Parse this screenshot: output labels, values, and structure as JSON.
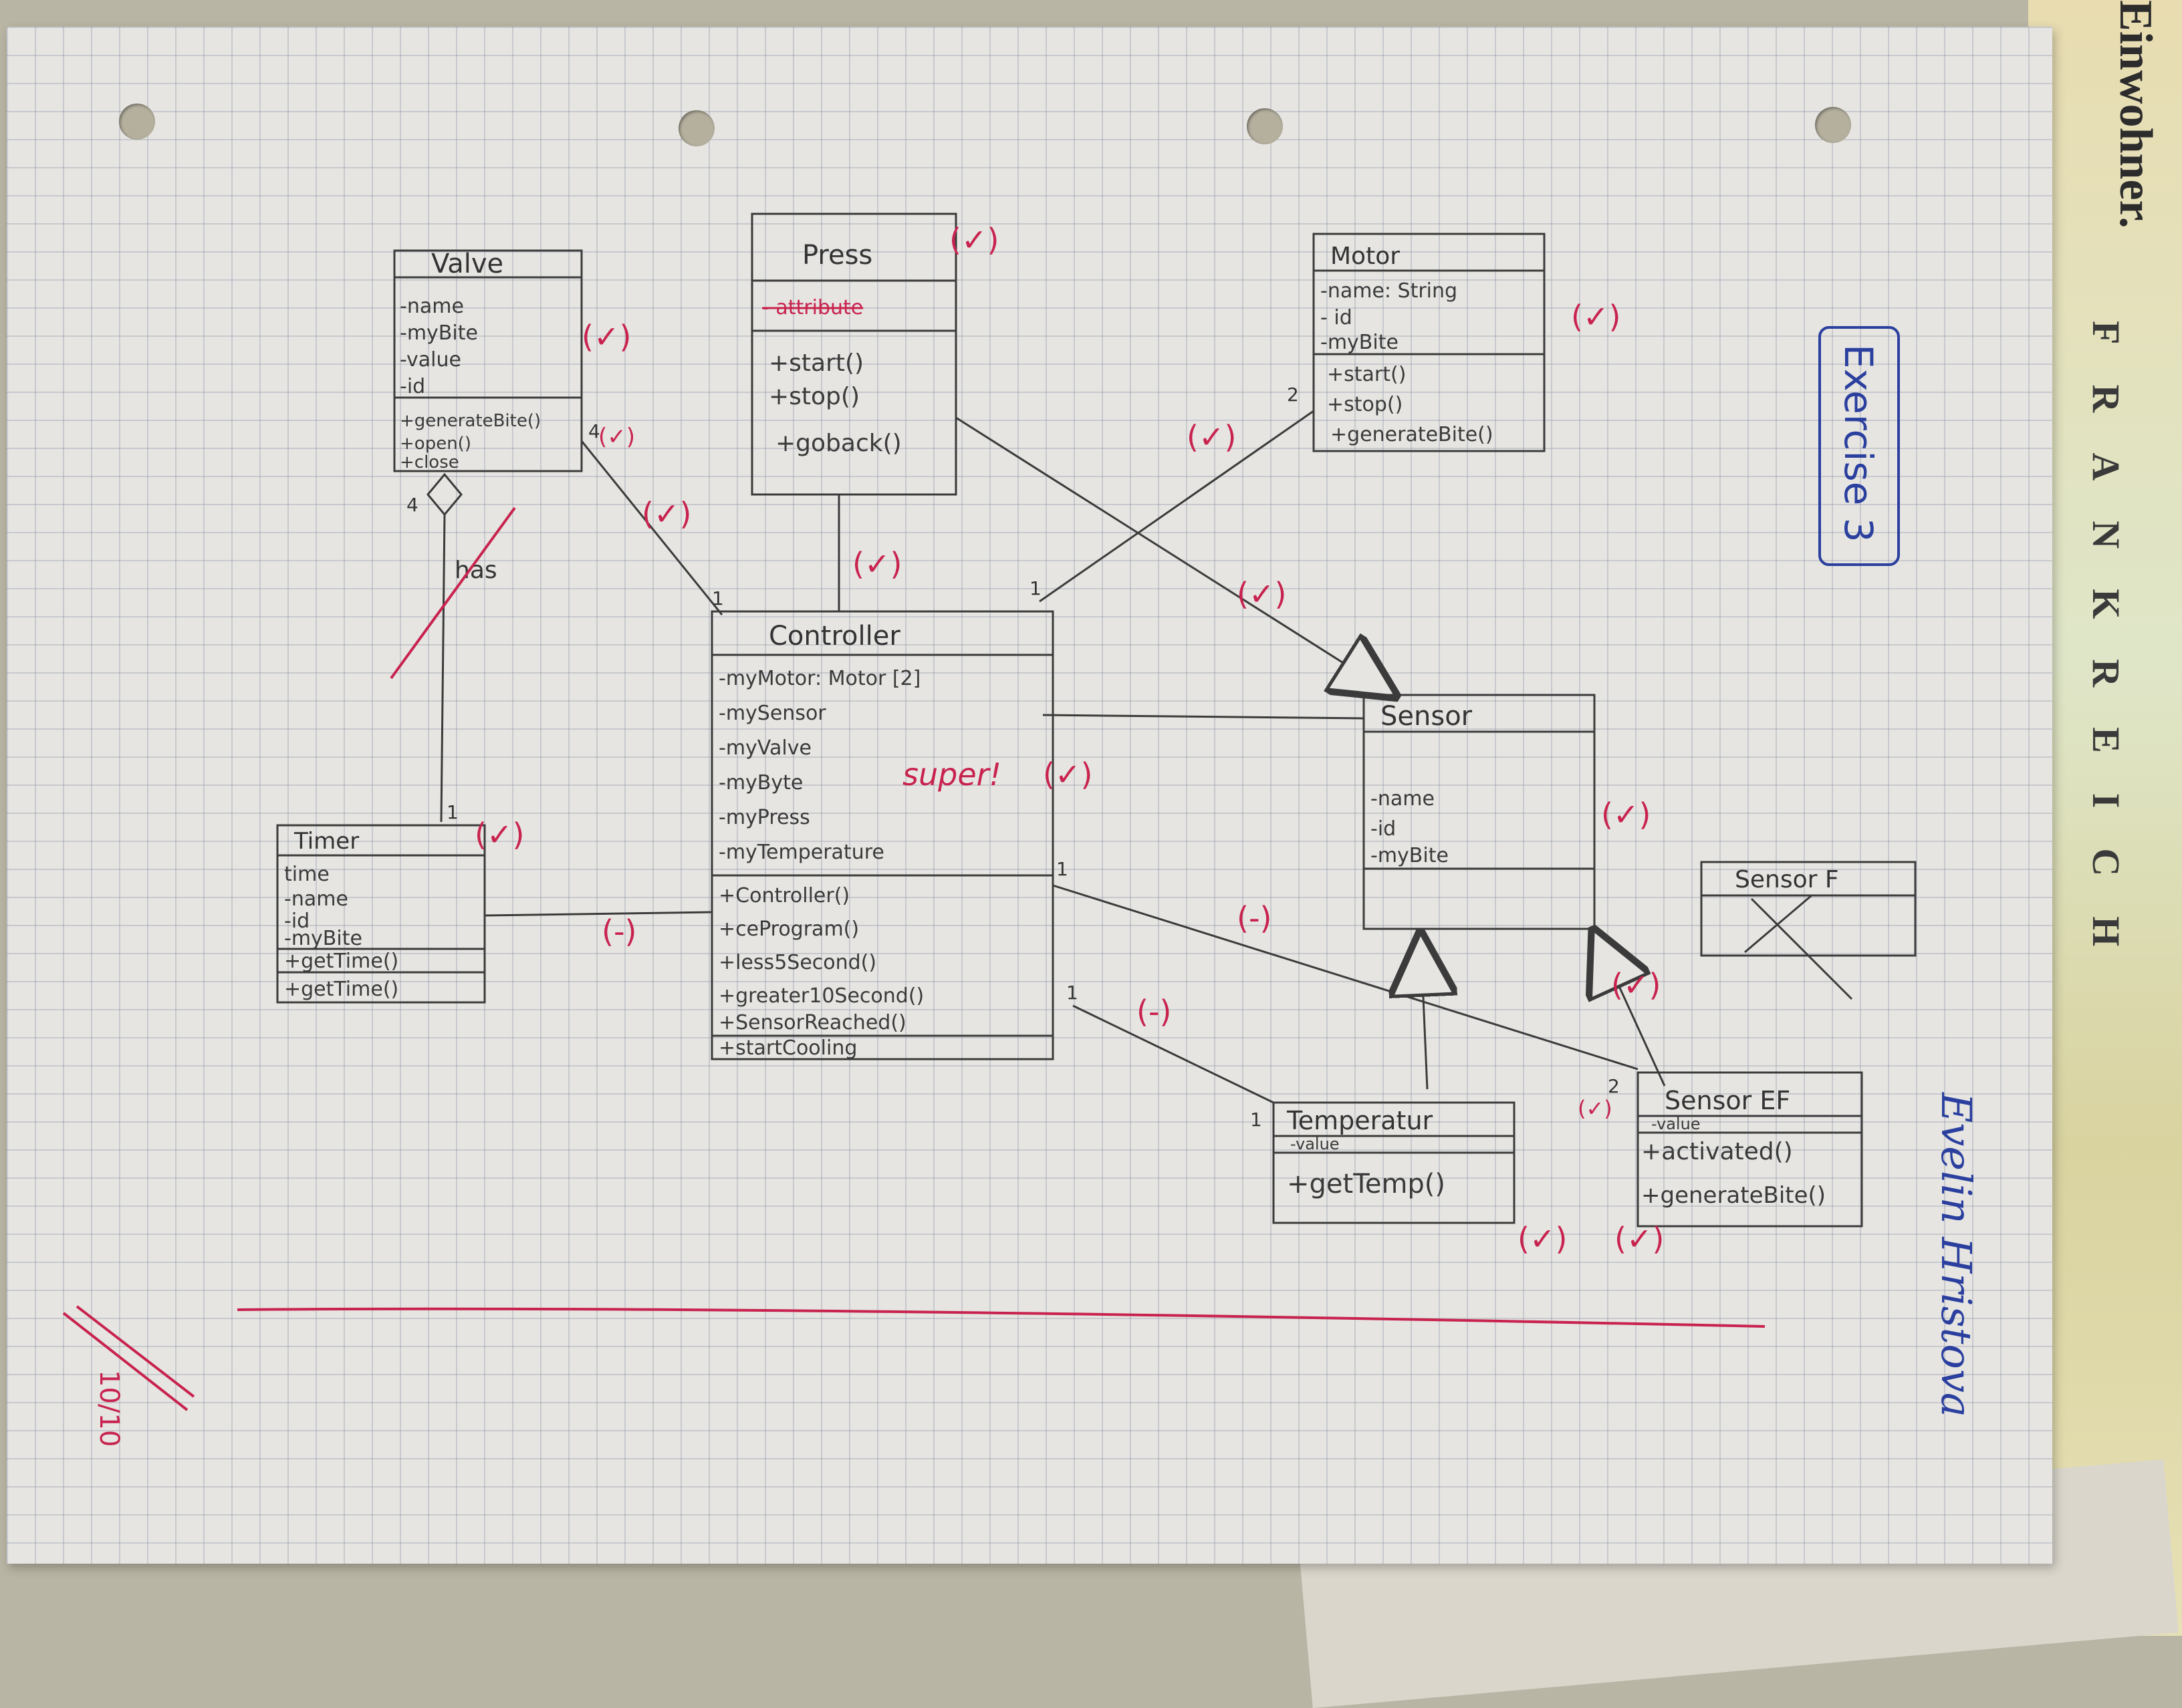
{
  "page": {
    "map_text": "Einwohner.",
    "map_country": "FRANKREICH",
    "title": "Exercise 3",
    "author": "Evelin Hristova",
    "grade": "10/10",
    "note": "super!"
  },
  "classes": {
    "valve": {
      "title": "Valve",
      "attributes": [
        "-name",
        "-myBite",
        "-value",
        "-id"
      ],
      "methods": [
        "+generateBite()",
        "+open()",
        "+close"
      ]
    },
    "press": {
      "title": "Press",
      "attributes": [
        "- attribute"
      ],
      "methods": [
        "+start()",
        "+stop()",
        "+goback()"
      ]
    },
    "motor": {
      "title": "Motor",
      "attributes": [
        "-name: String",
        "- id",
        "-myBite"
      ],
      "methods": [
        "+start()",
        "+stop()",
        "+generateBite()"
      ]
    },
    "controller": {
      "title": "Controller",
      "attributes": [
        "-myMotor: Motor [2]",
        "-mySensor",
        "-myValve",
        "-myByte",
        "-myPress",
        "-myTemperature"
      ],
      "methods": [
        "+Controller()",
        "+ceProgram()",
        "+less5Second()",
        "+greater10Second()",
        "+SensorReached()",
        "+startCooling"
      ]
    },
    "sensor": {
      "title": "Sensor",
      "attributes": [
        "-name",
        "-id",
        "-myBite"
      ],
      "methods": []
    },
    "timer": {
      "title": "Timer",
      "attributes": [
        "time",
        "-name",
        "-id",
        "-myBite"
      ],
      "methods": [
        "+getTime()",
        "+getTime()"
      ]
    },
    "sensorF": {
      "title": "Sensor F",
      "attributes": [],
      "methods": []
    },
    "temperatur": {
      "title": "Temperatur",
      "attributes": [
        "-value"
      ],
      "methods": [
        "+getTemp()"
      ]
    },
    "sensorEF": {
      "title": "Sensor EF",
      "attributes": [
        "-value"
      ],
      "methods": [
        "+activated()",
        "+generateBite()"
      ]
    }
  },
  "associations": {
    "valve_controller": {
      "from": "4",
      "to": "1"
    },
    "valve_timer": {
      "from": "4",
      "to": "1",
      "label": "has"
    },
    "motor_controller": {
      "from": "2",
      "to": "1"
    },
    "controller_sensorEF": {
      "from": "1",
      "to": "2"
    },
    "controller_temperatur": {
      "from": "1",
      "to": "1"
    }
  },
  "marks": {
    "check": "(✓)",
    "check_partial": "(-)"
  },
  "colors": {
    "pencil": "#3b3b3b",
    "red_ink": "#c8234e",
    "blue_ink": "#2a3f9e"
  }
}
